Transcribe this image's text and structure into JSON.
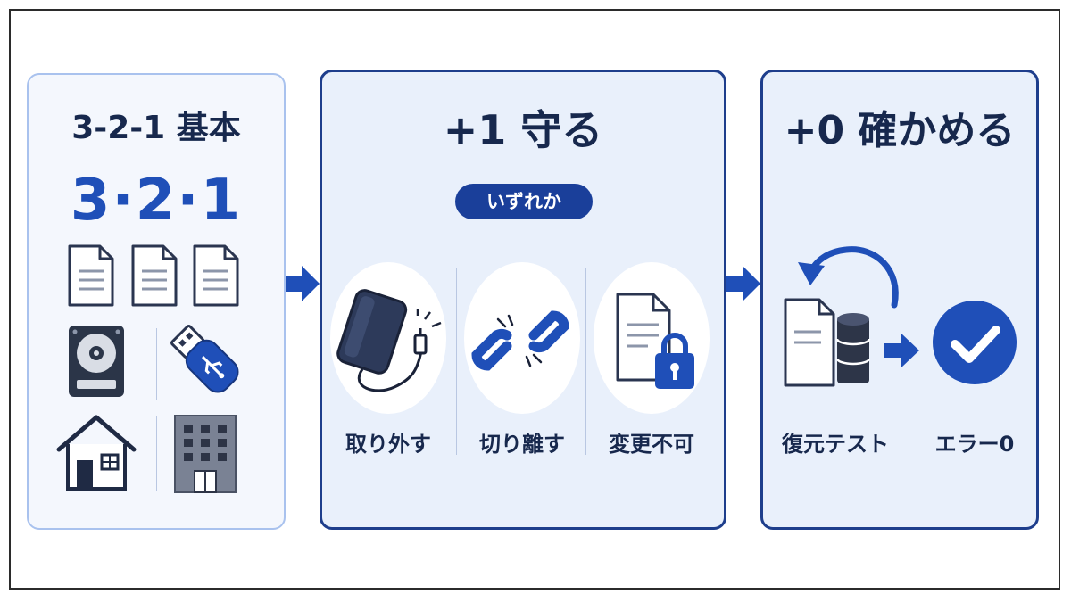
{
  "colors": {
    "navy": "#17284d",
    "accent_blue": "#1f4fb8",
    "panel_border": "#1e3e8c",
    "panel_fill": "#e9f0fb",
    "basic_panel_border": "#a9c2ee"
  },
  "basic": {
    "title": "3-2-1 基本",
    "numbers": "3·2·1",
    "icons": [
      "document-icon",
      "document-icon",
      "document-icon",
      "hard-drive-icon",
      "usb-drive-icon",
      "house-icon",
      "office-building-icon"
    ]
  },
  "plus_one": {
    "title": "+1 守る",
    "badge": "いずれか",
    "options": [
      {
        "icon": "external-drive-icon",
        "label": "取り外す"
      },
      {
        "icon": "broken-link-icon",
        "label": "切り離す"
      },
      {
        "icon": "locked-document-icon",
        "label": "変更不可"
      }
    ]
  },
  "plus_zero": {
    "title": "+0 確かめる",
    "steps": [
      {
        "icon": "restore-document-database-icon",
        "label": "復元テスト"
      },
      {
        "icon": "check-circle-icon",
        "label": "エラー0"
      }
    ]
  }
}
